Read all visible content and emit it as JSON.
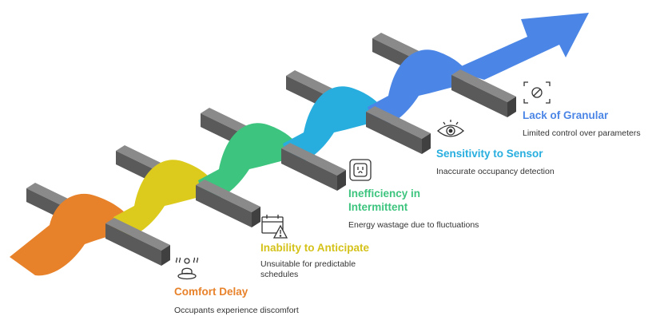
{
  "colors": {
    "orange": "#E8822A",
    "yellow": "#DCCB1D",
    "green": "#3DC47E",
    "cyan": "#27AEDF",
    "blue": "#4B86E6",
    "block_front": "#5a5a5a",
    "block_top": "#8a8a8a",
    "block_side": "#404040"
  },
  "steps": [
    {
      "icon": "people-heat-icon",
      "title": "Comfort Delay",
      "description": "Occupants experience discomfort",
      "color": "#E8822A"
    },
    {
      "icon": "calendar-warning-icon",
      "title": "Inability to Anticipate",
      "description": "Unsuitable for predictable schedules",
      "color": "#DCCB1D"
    },
    {
      "icon": "power-outlet-icon",
      "title": "Inefficiency in Intermittent",
      "description": "Energy wastage due to fluctuations",
      "color": "#3DC47E"
    },
    {
      "icon": "eye-sensor-icon",
      "title": "Sensitivity to Sensor",
      "description": "Inaccurate occupancy detection",
      "color": "#27AEDF"
    },
    {
      "icon": "prohibited-focus-icon",
      "title": "Lack of Granular",
      "description": "Limited control over parameters",
      "color": "#4B86E6"
    }
  ]
}
